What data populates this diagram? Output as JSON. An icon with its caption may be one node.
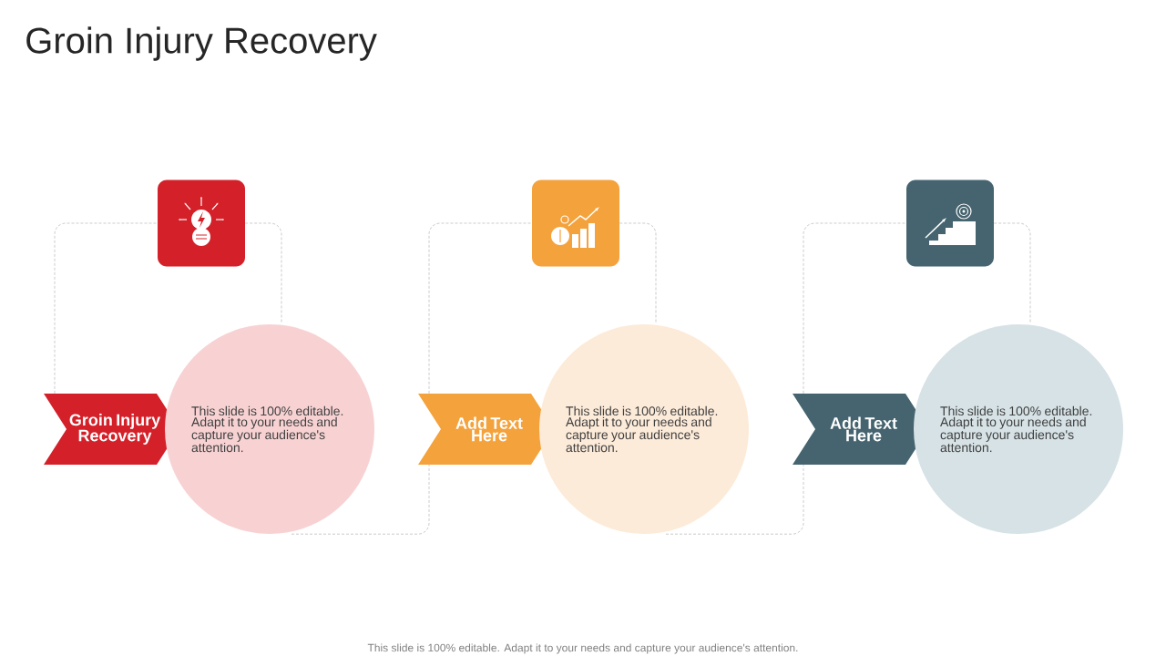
{
  "diagram": {
    "title": "Groin Injury Recovery",
    "nodes": [
      {
        "text": [],
        "shape": "box"
      },
      {
        "text": [
          "Groin Injury Recovery"
        ]
      },
      {
        "text": [
          "This slide is 100% editable. Adapt it to your needs and capture your audience's attention."
        ]
      },
      {
        "text": [],
        "shape": "box"
      },
      {
        "text": [
          "Add Text Here"
        ]
      },
      {
        "text": [
          "This slide is 100% editable. Adapt it to your needs and capture your audience's attention."
        ]
      },
      {
        "text": [],
        "shape": "box"
      },
      {
        "text": [
          "Add Text Here"
        ]
      },
      {
        "text": [
          "This slide is 100% editable. Adapt it to your needs and capture your audience's attention."
        ]
      }
    ],
    "edges": [
      {
        "from": 1,
        "to": 0,
        "arrow": "none",
        "style": "dashed"
      },
      {
        "from": 0,
        "to": 2,
        "arrow": "none",
        "style": "dashed"
      },
      {
        "from": 2,
        "to": 4,
        "arrow": "none",
        "style": "dashed"
      },
      {
        "from": 4,
        "to": 3,
        "arrow": "none",
        "style": "dashed"
      },
      {
        "from": 3,
        "to": 5,
        "arrow": "none",
        "style": "dashed"
      },
      {
        "from": 5,
        "to": 7,
        "arrow": "none",
        "style": "dashed"
      },
      {
        "from": 7,
        "to": 6,
        "arrow": "none",
        "style": "dashed"
      },
      {
        "from": 6,
        "to": 8,
        "arrow": "none",
        "style": "dashed"
      }
    ],
    "labels": [
      "This slide is 100% editable. Adapt it to your needs and capture your audience's attention."
    ]
  }
}
